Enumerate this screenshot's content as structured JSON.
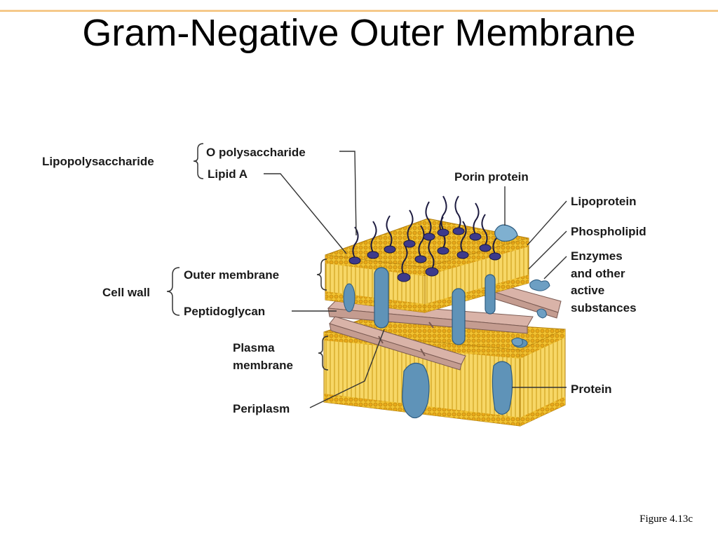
{
  "slide": {
    "title": "Gram-Negative Outer Membrane",
    "figure_ref": "Figure 4.13c"
  },
  "labels": {
    "lipopolysaccharide": "Lipopolysaccharide",
    "o_polysaccharide": "O polysaccharide",
    "lipid_a": "Lipid A",
    "porin_protein": "Porin protein",
    "lipoprotein": "Lipoprotein",
    "phospholipid": "Phospholipid",
    "enzymes_1": "Enzymes",
    "enzymes_2": "and other",
    "enzymes_3": "active",
    "enzymes_4": "substances",
    "cell_wall": "Cell wall",
    "outer_membrane": "Outer membrane",
    "peptidoglycan": "Peptidoglycan",
    "plasma_1": "Plasma",
    "plasma_2": "membrane",
    "periplasm": "Periplasm",
    "protein": "Protein"
  },
  "colors": {
    "membrane_yellow": "#f2c230",
    "membrane_dark": "#c99a12",
    "protein_blue": "#5f93b8",
    "lps_purple": "#3d3a8c",
    "peptidoglycan_pink": "#d9b3a8"
  }
}
